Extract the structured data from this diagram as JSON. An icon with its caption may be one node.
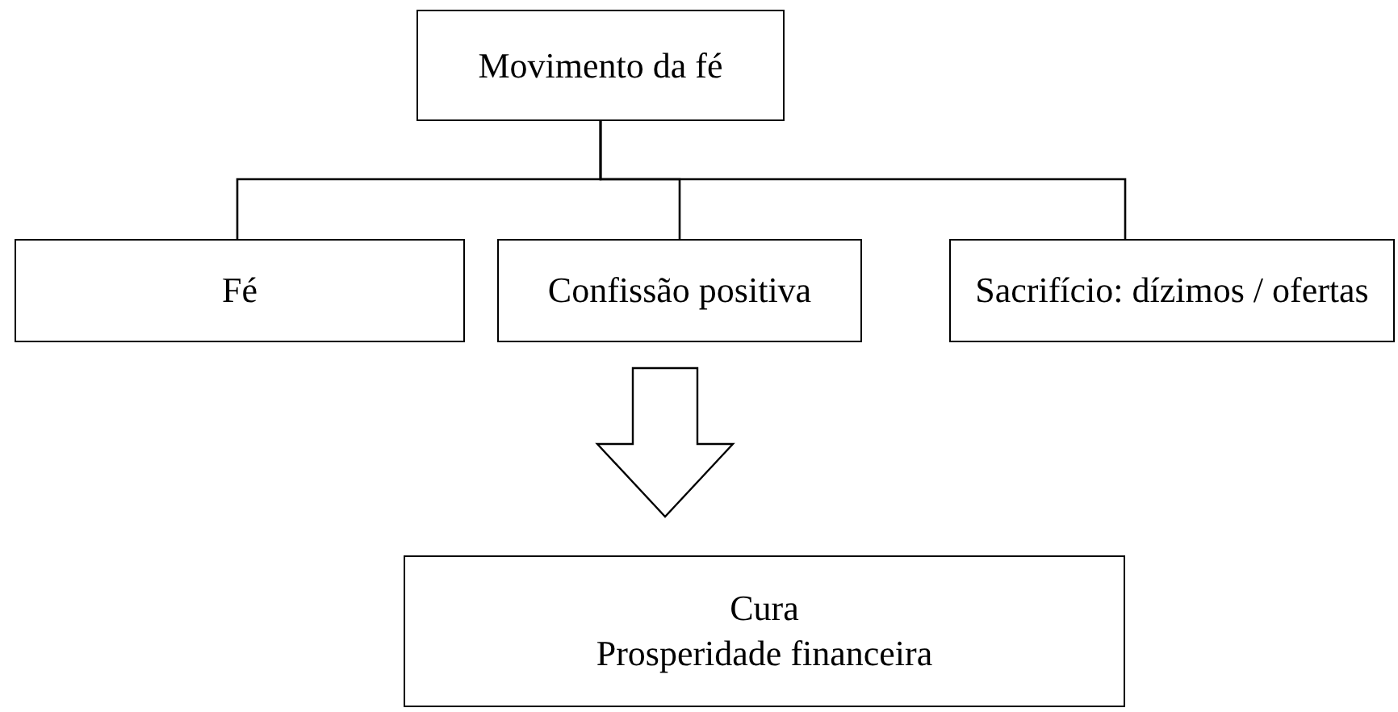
{
  "diagram": {
    "nodes": [
      {
        "text": [
          "Movimento da fé"
        ]
      },
      {
        "text": [
          "Fé"
        ]
      },
      {
        "text": [
          "Confissão positiva"
        ]
      },
      {
        "text": [
          "Sacrifício: dízimos / ofertas"
        ]
      },
      {
        "text": [
          "Cura",
          "Prosperidade financeira"
        ]
      }
    ],
    "edges": [
      {
        "from": 0,
        "to": 1,
        "arrow": "none"
      },
      {
        "from": 0,
        "to": 2,
        "arrow": "none"
      },
      {
        "from": 0,
        "to": 3,
        "arrow": "none"
      },
      {
        "from": 2,
        "to": 4,
        "arrow": "to",
        "style": "thick"
      }
    ]
  }
}
